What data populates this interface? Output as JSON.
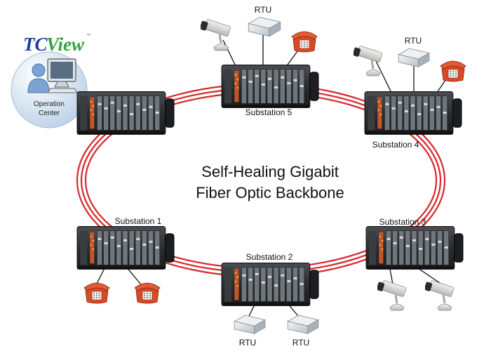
{
  "logo": {
    "brand_part1": "TC",
    "brand_part2": "View",
    "trademark": "™"
  },
  "operation_center": {
    "line1": "Operation",
    "line2": "Center"
  },
  "backbone": {
    "line1": "Self-Healing Gigabit",
    "line2": "Fiber Optic Backbone"
  },
  "substations": {
    "s1": "Substation 1",
    "s2": "Substation 2",
    "s3": "Substation 3",
    "s4": "Substation 4",
    "s5": "Substation 5"
  },
  "rtu_label": "RTU",
  "colors": {
    "fiber": "#d8262b",
    "phone": "#d84a24",
    "chassis": "#26292b",
    "logo_blue": "#1b3f9c",
    "logo_green": "#2fa43c"
  }
}
